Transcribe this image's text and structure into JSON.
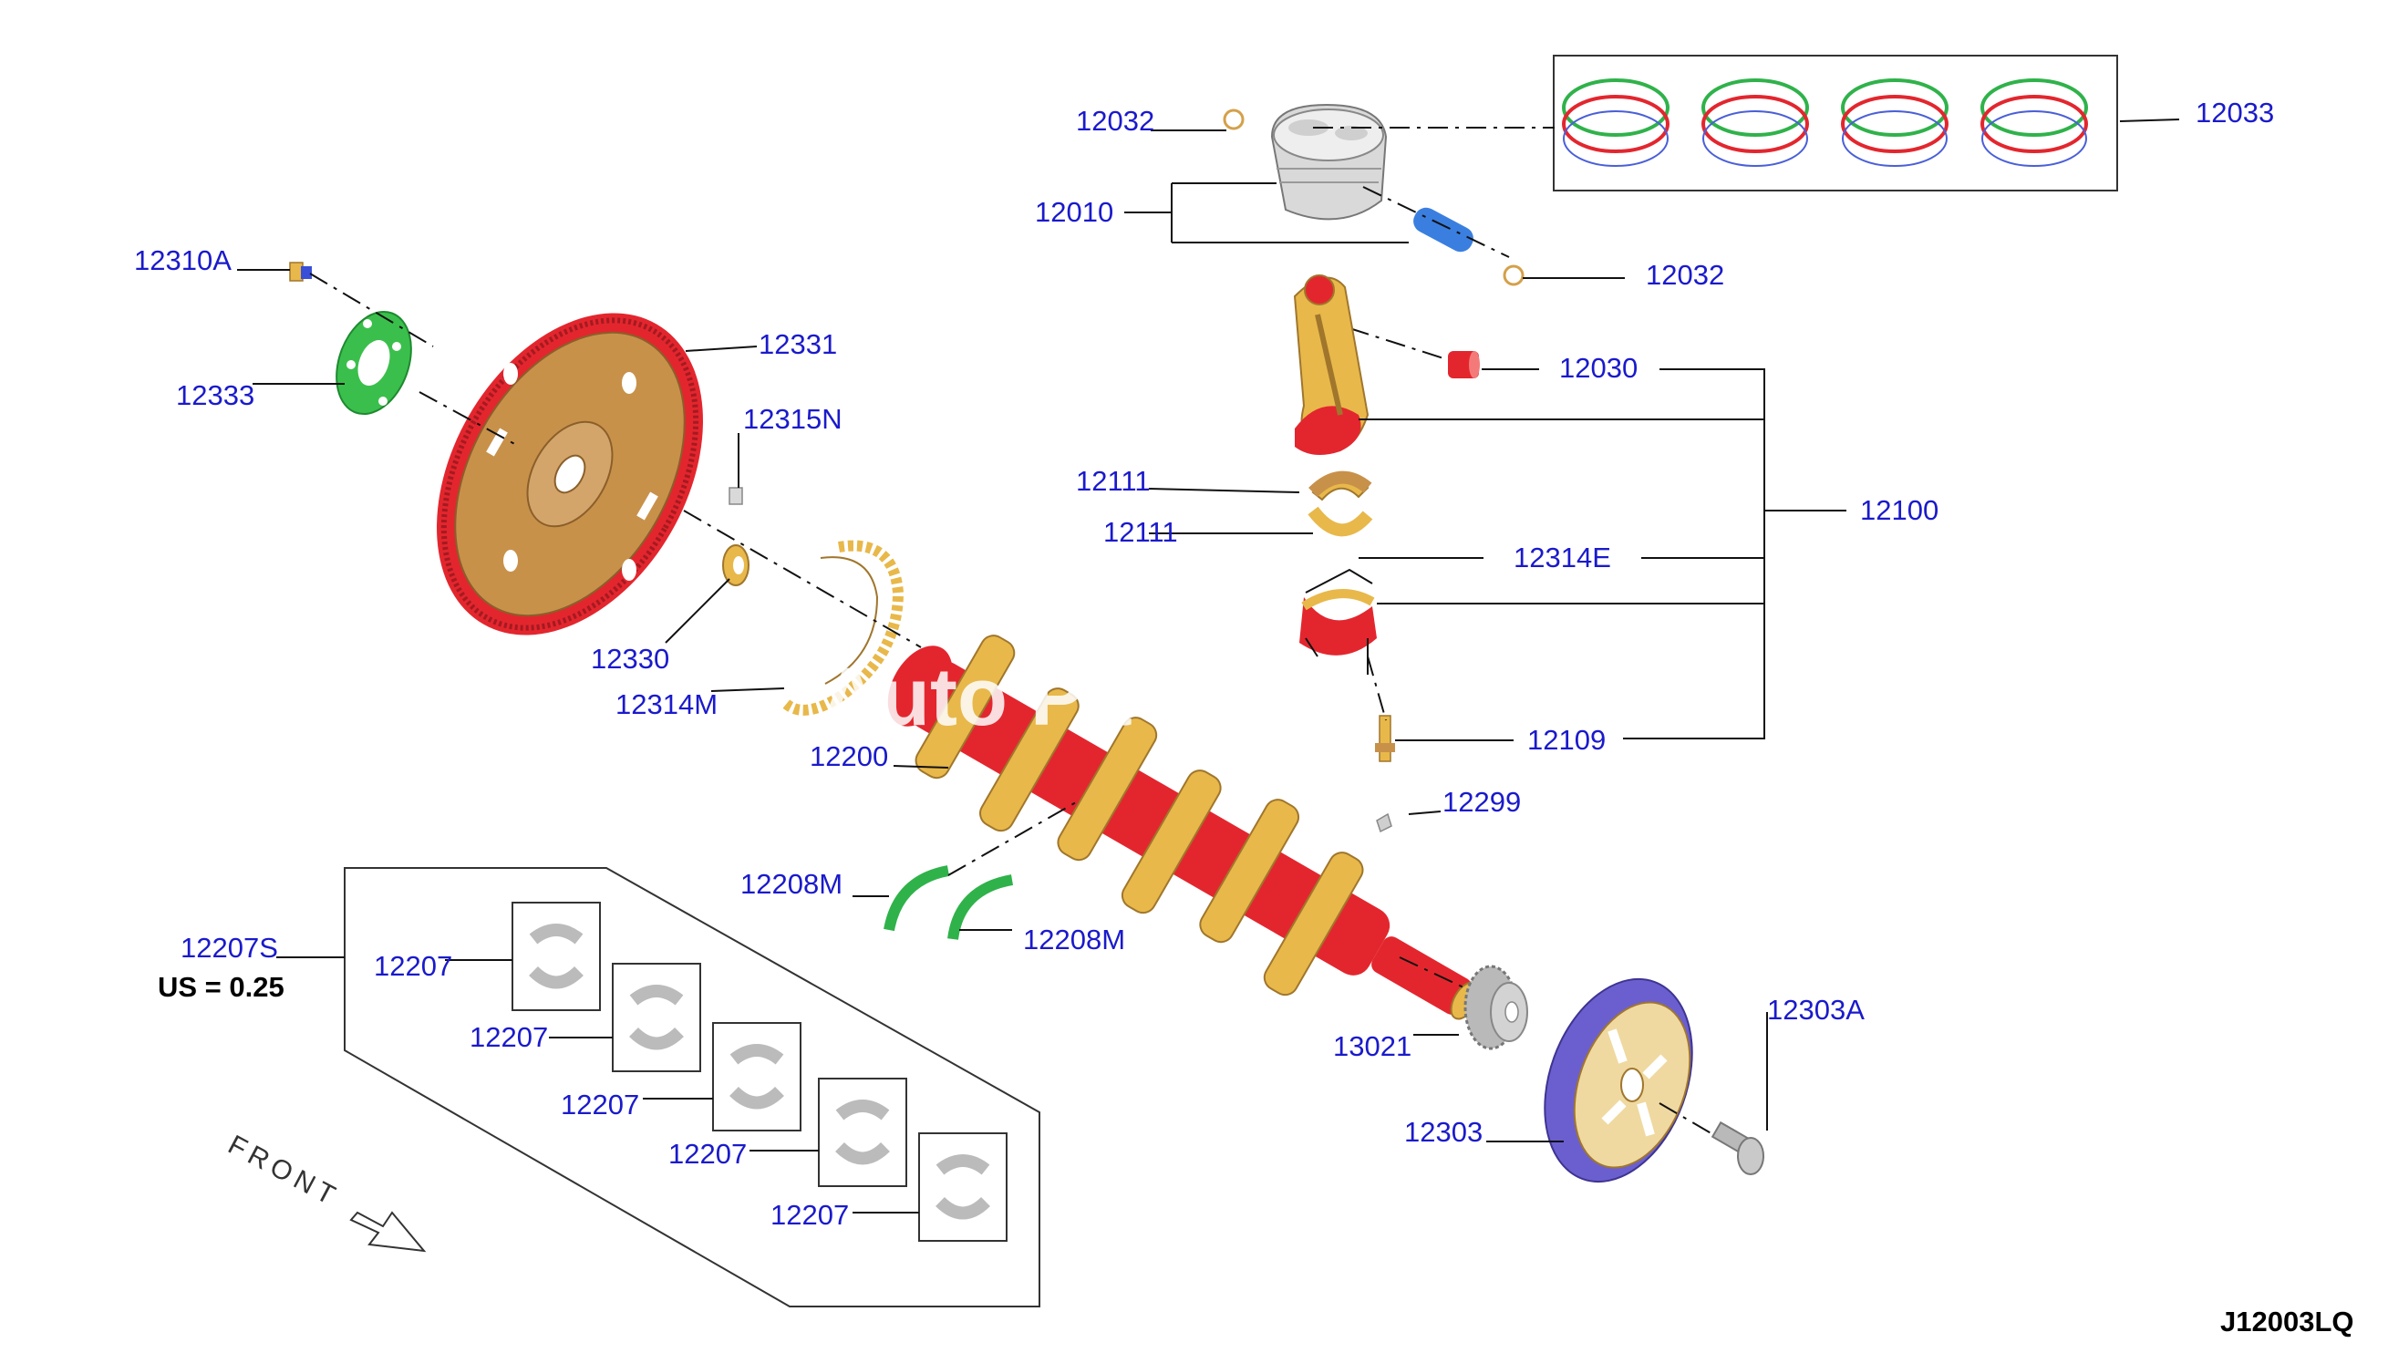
{
  "diagram_code": "J12003LQ",
  "orientation_label": "FRONT",
  "us_note": "US = 0.25",
  "watermark": "Auto Pa",
  "colors": {
    "label": "#1a1acc",
    "bronze": "#c8914a",
    "red": "#e3262e",
    "gold": "#e8b84a",
    "green": "#2fb24a",
    "blue": "#3a7fe0",
    "purple": "#6b5fd0",
    "grey": "#b9b9b9"
  },
  "callouts": {
    "c12032_top": "12032",
    "c12033": "12033",
    "c12010": "12010",
    "c12032_bottom": "12032",
    "c12030": "12030",
    "c12100": "12100",
    "c12111_a": "12111",
    "c12111_b": "12111",
    "c12314E": "12314E",
    "c12109": "12109",
    "c12310A": "12310A",
    "c12333": "12333",
    "c12331": "12331",
    "c12315N": "12315N",
    "c12330": "12330",
    "c12314M": "12314M",
    "c12200": "12200",
    "c12299": "12299",
    "c12208M_a": "12208M",
    "c12208M_b": "12208M",
    "c12207S": "12207S",
    "c12207_1": "12207",
    "c12207_2": "12207",
    "c12207_3": "12207",
    "c12207_4": "12207",
    "c12207_5": "12207",
    "c13021": "13021",
    "c12303": "12303",
    "c12303A": "12303A"
  }
}
